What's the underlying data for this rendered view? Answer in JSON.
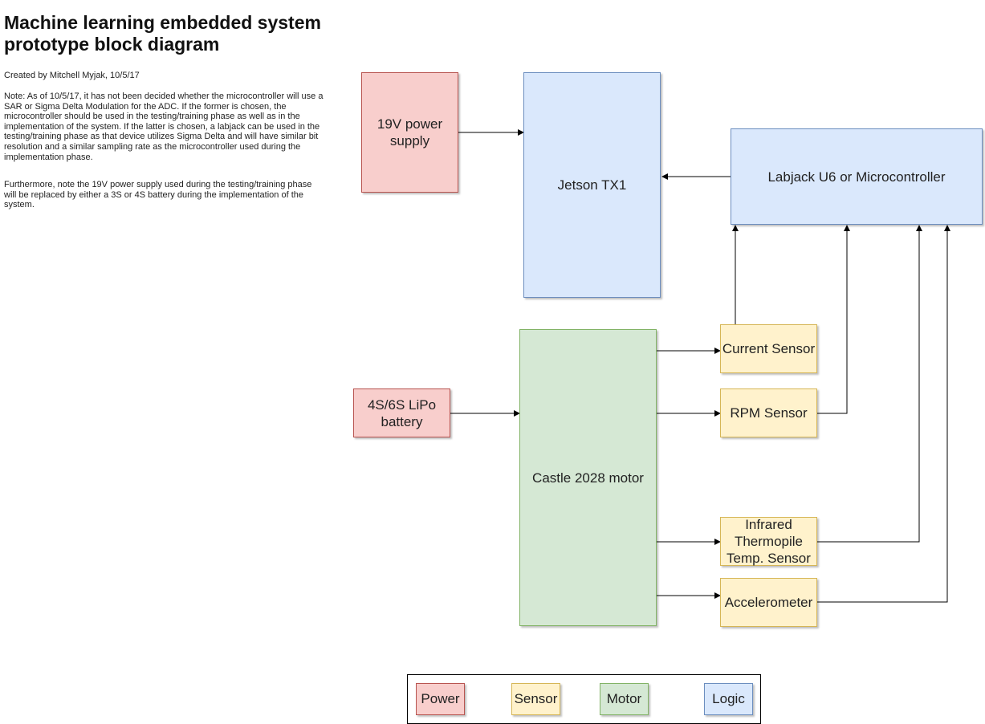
{
  "header": {
    "title": "Machine learning embedded system prototype block diagram",
    "credit": "Created by Mitchell Myjak, 10/5/17",
    "note": "Note: As of 10/5/17, it has not been decided whether the microcontroller will use a SAR or Sigma Delta Modulation for the ADC. If the former is chosen, the microcontroller should be used in the testing/training phase as well as in the implementation of the system. If the latter is chosen, a labjack can be used in the testing/training phase as that device utilizes Sigma Delta and will have similar bit resolution and a similar sampling rate as the microcontroller used during the implementation phase.",
    "further": "Furthermore, note the 19V power supply used during the testing/training phase will be replaced by either a 3S or 4S battery during the implementation of the system."
  },
  "blocks": {
    "power_supply": "19V power supply",
    "jetson": "Jetson TX1",
    "labjack": "Labjack U6 or Microcontroller",
    "battery": "4S/6S LiPo battery",
    "motor": "Castle 2028 motor",
    "current_sensor": "Current Sensor",
    "rpm_sensor": "RPM Sensor",
    "ir_sensor": "Infrared Thermopile Temp. Sensor",
    "accelerometer": "Accelerometer"
  },
  "legend": {
    "power": "Power",
    "sensor": "Sensor",
    "motor": "Motor",
    "logic": "Logic"
  },
  "colors": {
    "power": "#f8cecc",
    "logic": "#dae8fc",
    "motor": "#d5e8d4",
    "sensor": "#fff2cc",
    "line": "#000000"
  }
}
